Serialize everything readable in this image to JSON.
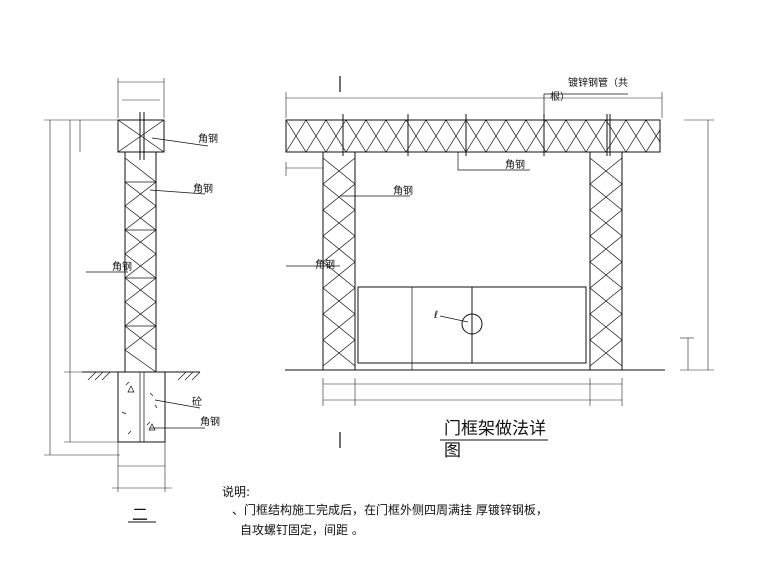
{
  "labels": {
    "side_top_steel": "角钢",
    "side_angle_1": "角钢",
    "side_angle_2": "角钢",
    "side_concrete": "砼",
    "side_angle_3": "角钢",
    "front_galv_pipe_line1": "镀锌钢管（共",
    "front_galv_pipe_line2": "根）",
    "front_angle_top": "角钢",
    "front_angle_mid": "角钢",
    "front_angle_left": "角钢",
    "front_circle_mark": "ℓ"
  },
  "title": {
    "line1": "门框架做法详",
    "line2": "图"
  },
  "section_mark": "二",
  "notes": {
    "heading": "说明:",
    "line1": "、门框结构施工完成后，在门框外侧四周满挂       厚镀锌钢板，",
    "line2": "自攻螺钉固定，间距          。"
  },
  "colors": {
    "line": "#111111",
    "background": "#ffffff"
  }
}
